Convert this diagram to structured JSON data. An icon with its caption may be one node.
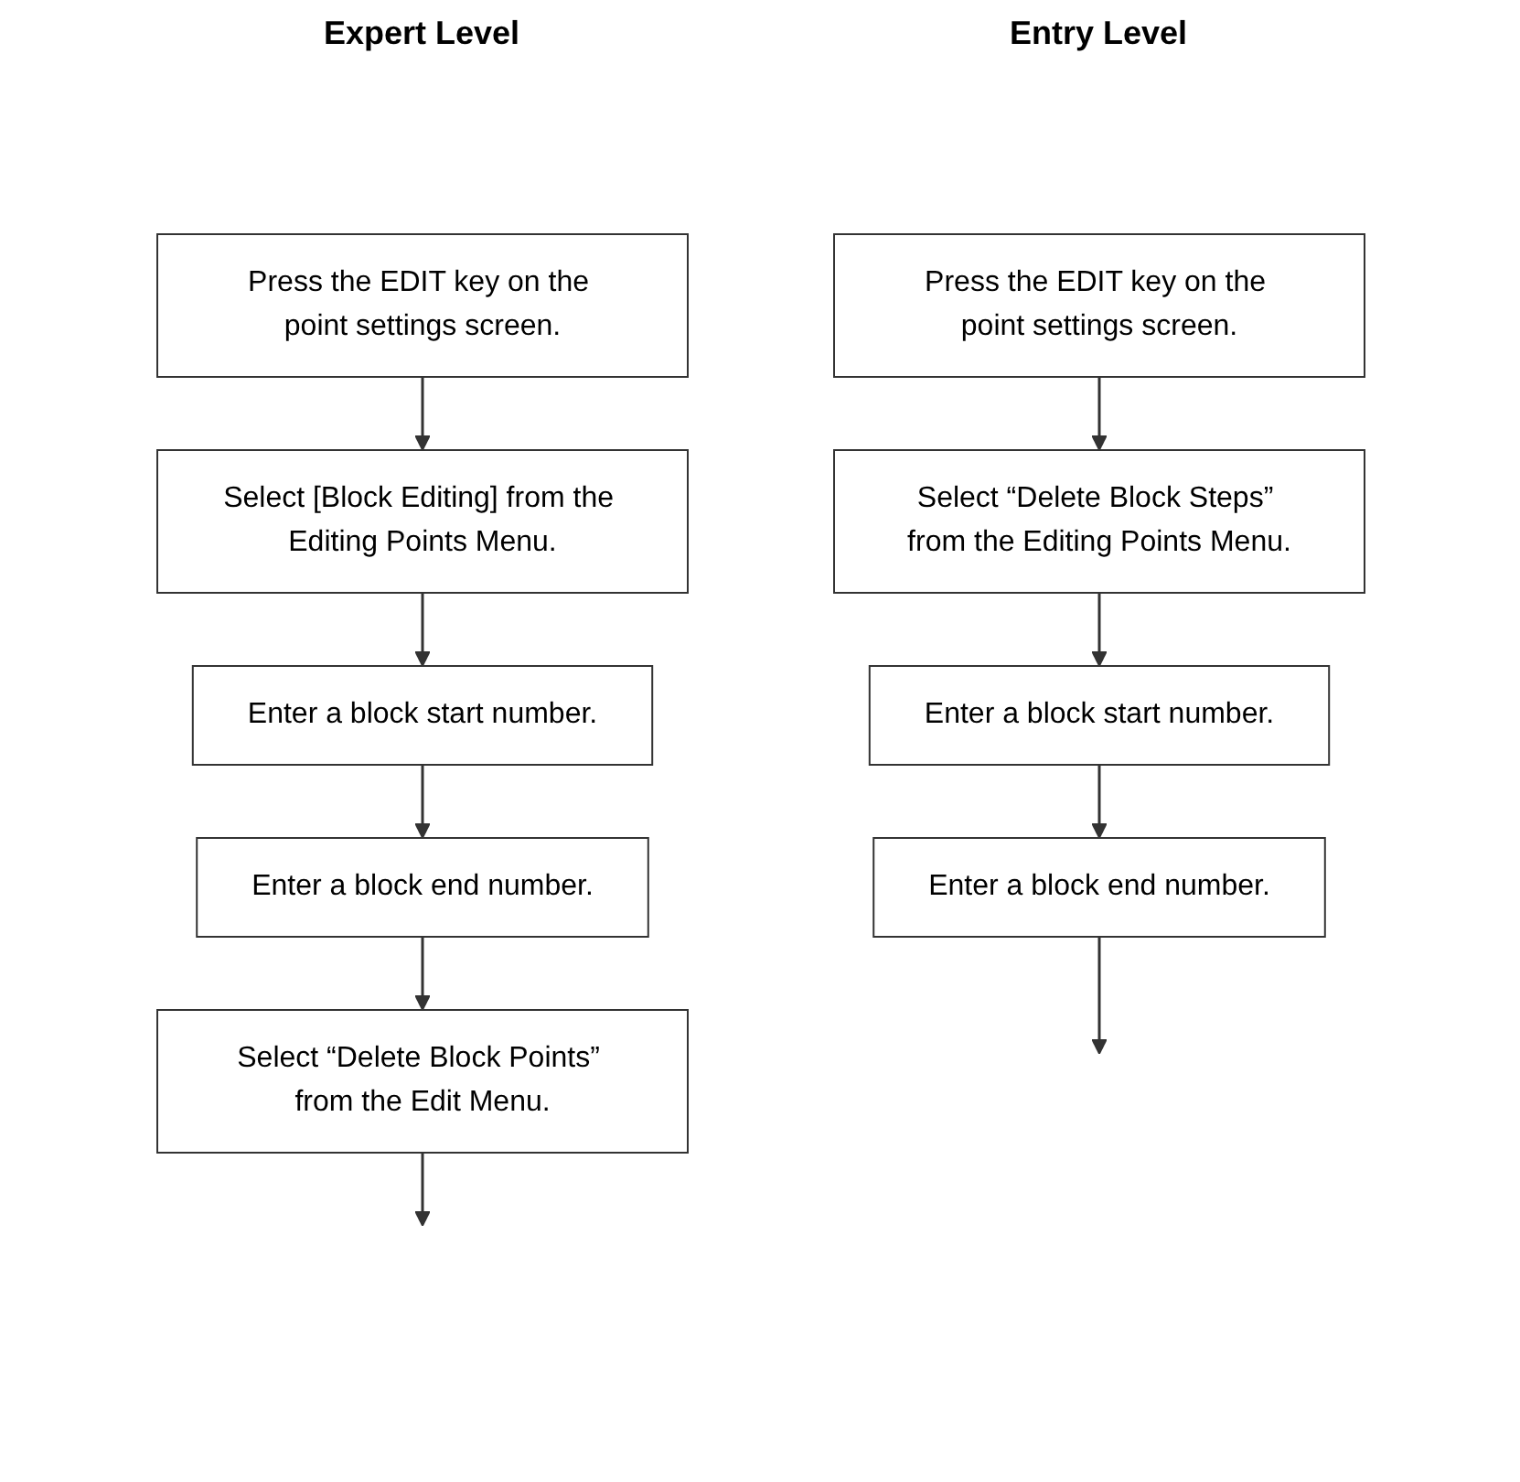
{
  "diagram": {
    "nodes": [
      {
        "text": [
          "Press the EDIT key on the point settings screen."
        ]
      },
      {
        "text": [
          "Select “Delete Block Steps” from the Editing Points Menu."
        ]
      },
      {
        "text": [
          "Enter a block start number."
        ]
      },
      {
        "text": [
          "Enter a block end number."
        ]
      },
      {
        "text": [
          "Press the EDIT key on the point settings screen."
        ]
      },
      {
        "text": [
          "Select [Block Editing] from the Editing Points Menu."
        ]
      },
      {
        "text": [
          "Enter a block start number."
        ]
      },
      {
        "text": [
          "Enter a block end number."
        ]
      },
      {
        "text": [
          "Select “Delete Block Points” from the Edit Menu."
        ]
      }
    ],
    "edges": [
      {
        "from": 0,
        "to": 1,
        "arrow": "to"
      },
      {
        "from": 1,
        "to": 2,
        "arrow": "to"
      },
      {
        "from": 2,
        "to": 3,
        "arrow": "to"
      },
      {
        "from": 3,
        "to": null,
        "arrow": "to"
      },
      {
        "from": 4,
        "to": 5,
        "arrow": "to"
      },
      {
        "from": 5,
        "to": 6,
        "arrow": "to"
      },
      {
        "from": 6,
        "to": 7,
        "arrow": "to"
      },
      {
        "from": 7,
        "to": 8,
        "arrow": "to"
      },
      {
        "from": 8,
        "to": null,
        "arrow": "to"
      }
    ],
    "labels": [
      "Entry Level",
      "Expert Level"
    ]
  }
}
